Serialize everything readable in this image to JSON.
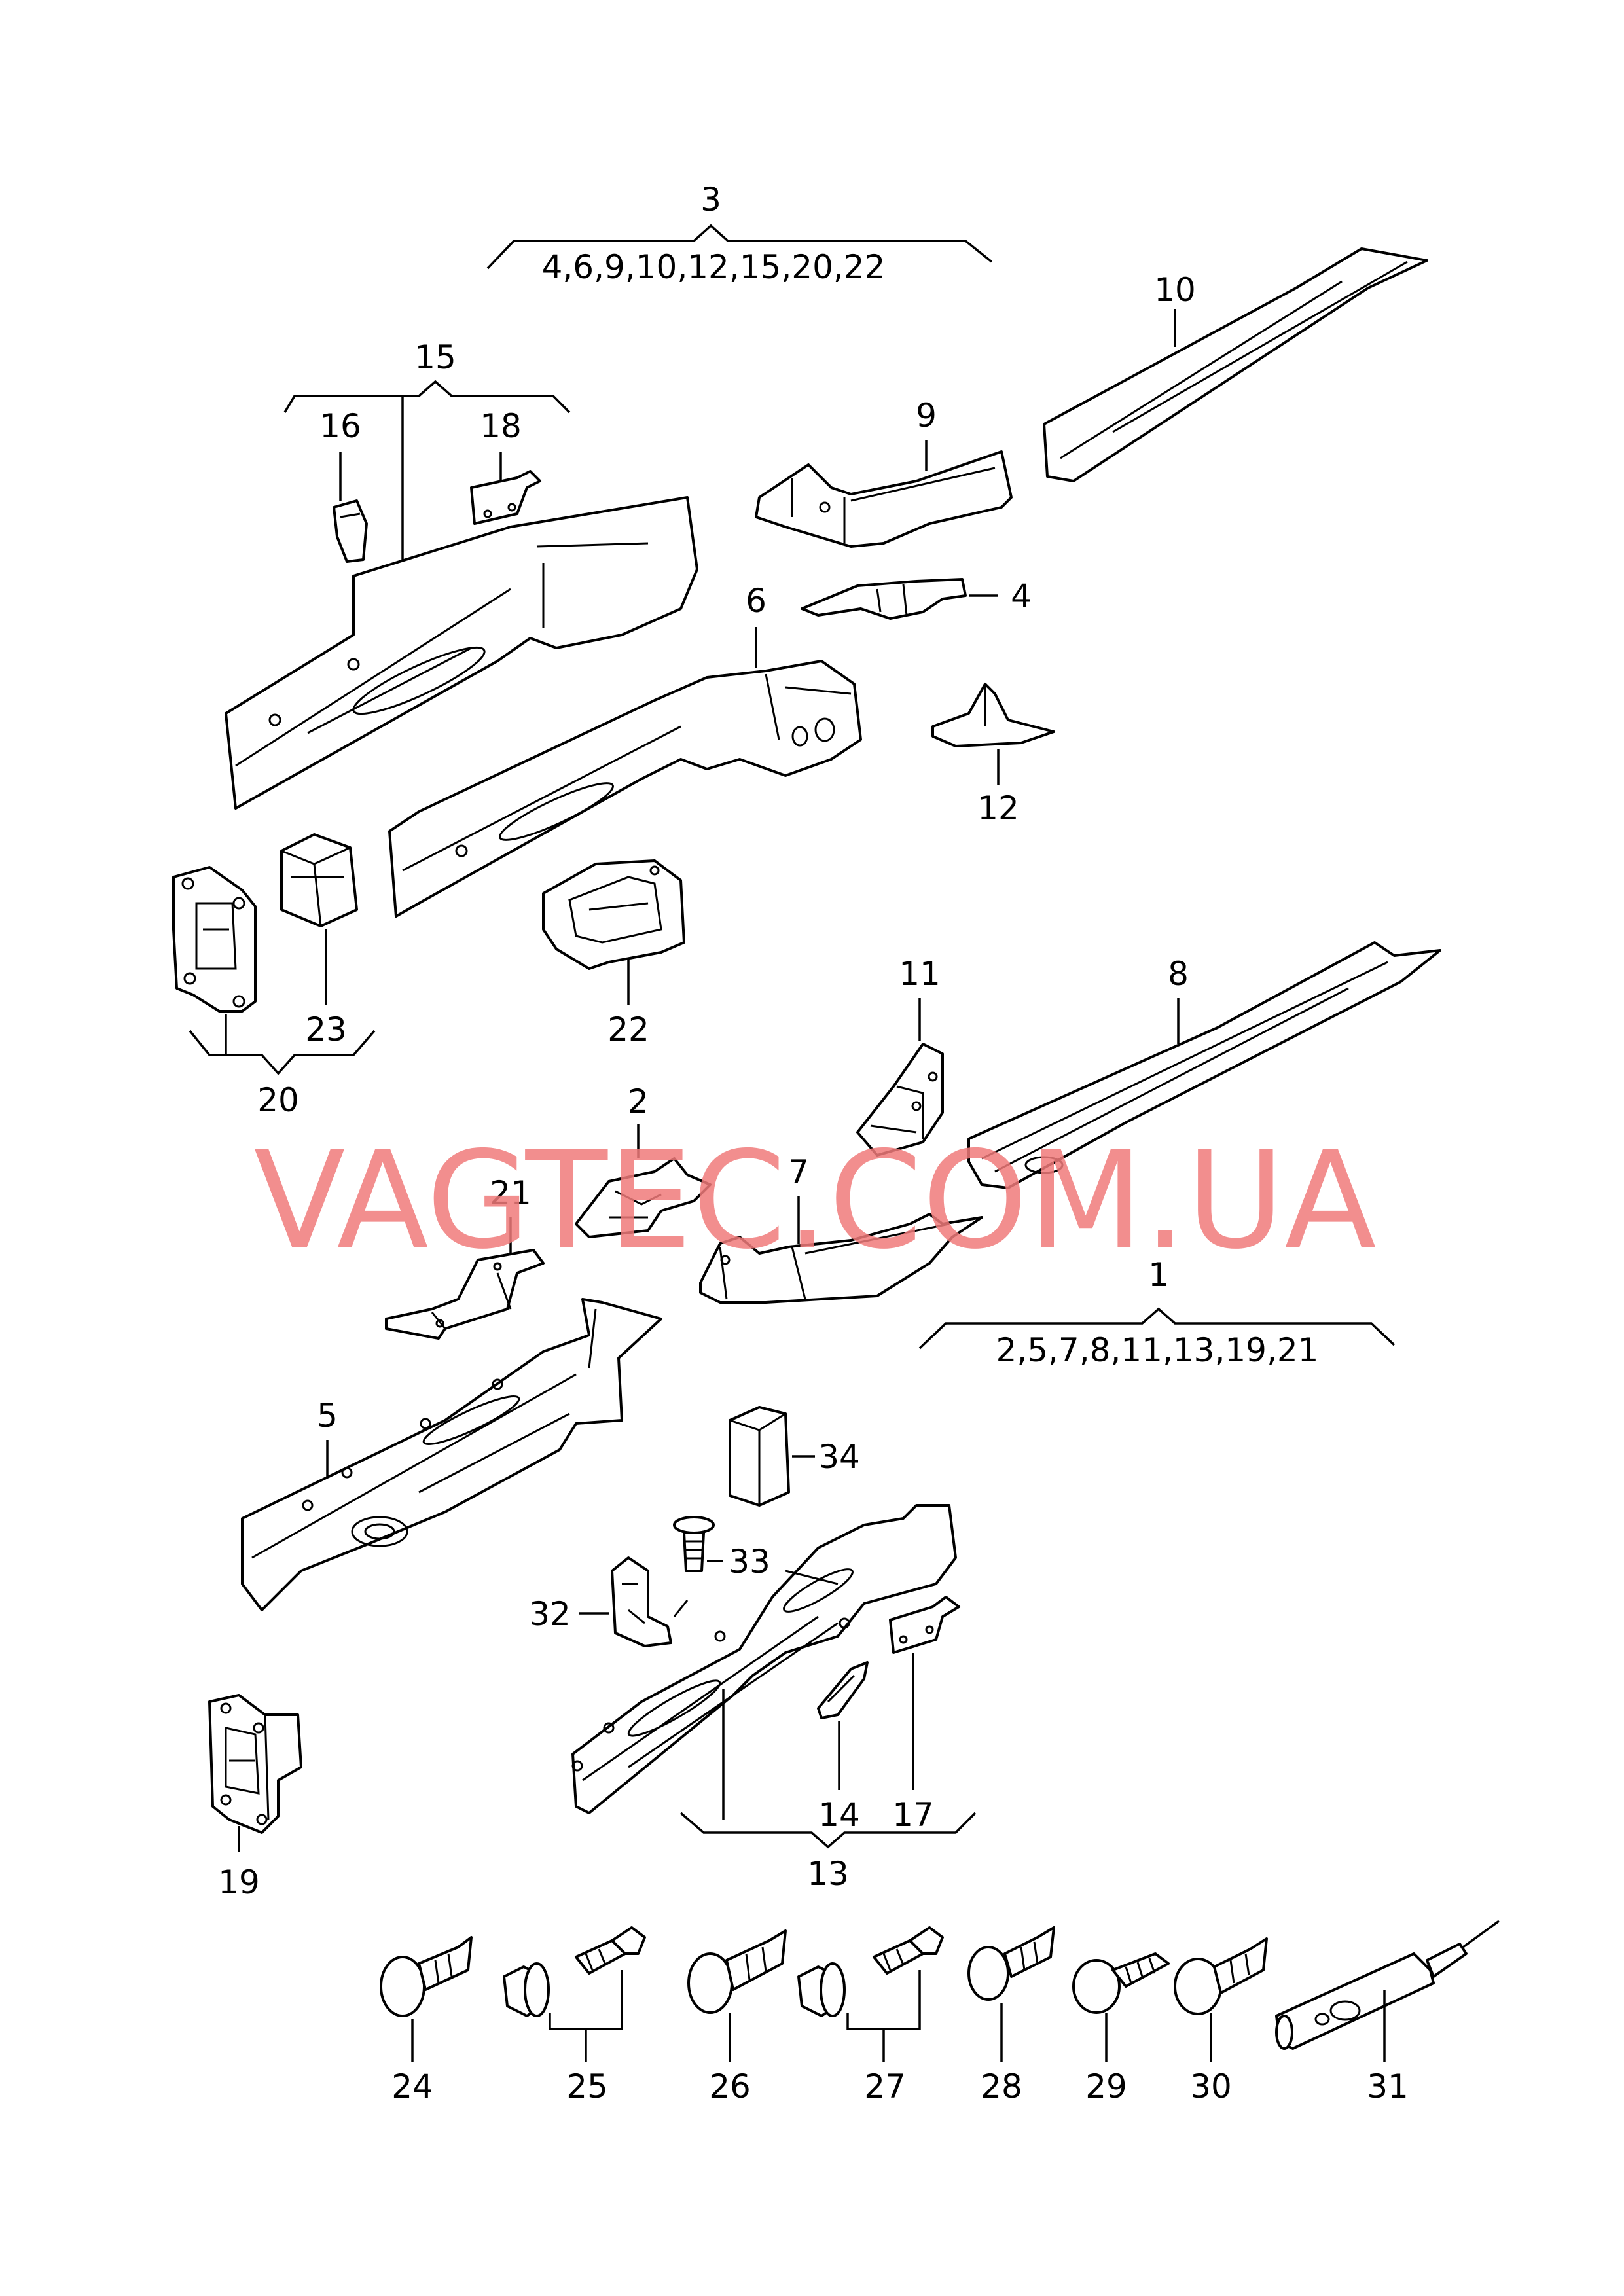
{
  "watermark": "VAGTEC.COM.UA",
  "callouts": {
    "c1": "1",
    "c2": "2",
    "c3": "3",
    "c4": "4",
    "c5": "5",
    "c6": "6",
    "c7": "7",
    "c8": "8",
    "c9": "9",
    "c10": "10",
    "c11": "11",
    "c12": "12",
    "c13": "13",
    "c14": "14",
    "c15": "15",
    "c16": "16",
    "c17": "17",
    "c18": "18",
    "c19": "19",
    "c20": "20",
    "c21": "21",
    "c22": "22",
    "c23": "23",
    "c24": "24",
    "c25": "25",
    "c26": "26",
    "c27": "27",
    "c28": "28",
    "c29": "29",
    "c30": "30",
    "c31": "31",
    "c32": "32",
    "c33": "33",
    "c34": "34"
  },
  "groups": {
    "g3_list": "4,6,9,10,12,15,20,22",
    "g1_list": "2,5,7,8,11,13,19,21"
  },
  "colors": {
    "watermark": "#f07a7a",
    "line": "#000000",
    "background": "#ffffff"
  }
}
